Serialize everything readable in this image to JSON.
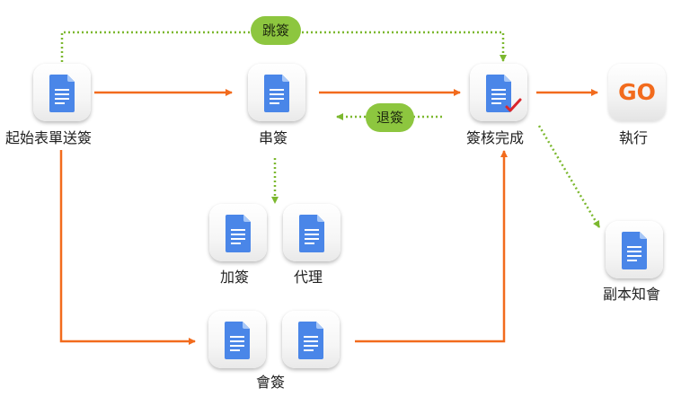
{
  "colors": {
    "flow_arrow": "#f26b1d",
    "alt_arrow": "#7cb82f",
    "pill": "#8dc63f",
    "doc_icon": "#4a86e8",
    "check": "#d9262c"
  },
  "nodes": {
    "start": {
      "label": "起始表單送簽",
      "icon": "document-icon"
    },
    "serial": {
      "label": "串簽",
      "icon": "document-icon"
    },
    "complete": {
      "label": "簽核完成",
      "icon": "document-check-icon"
    },
    "execute": {
      "label": "執行",
      "icon_text": "GO"
    },
    "cc": {
      "label": "副本知會",
      "icon": "document-icon"
    },
    "add": {
      "label": "加簽",
      "icon": "document-icon"
    },
    "proxy": {
      "label": "代理",
      "icon": "document-icon"
    },
    "countersign": {
      "label": "會簽",
      "icon": "document-icon"
    }
  },
  "edges": {
    "skip": {
      "label": "跳簽"
    },
    "return": {
      "label": "退簽"
    }
  }
}
